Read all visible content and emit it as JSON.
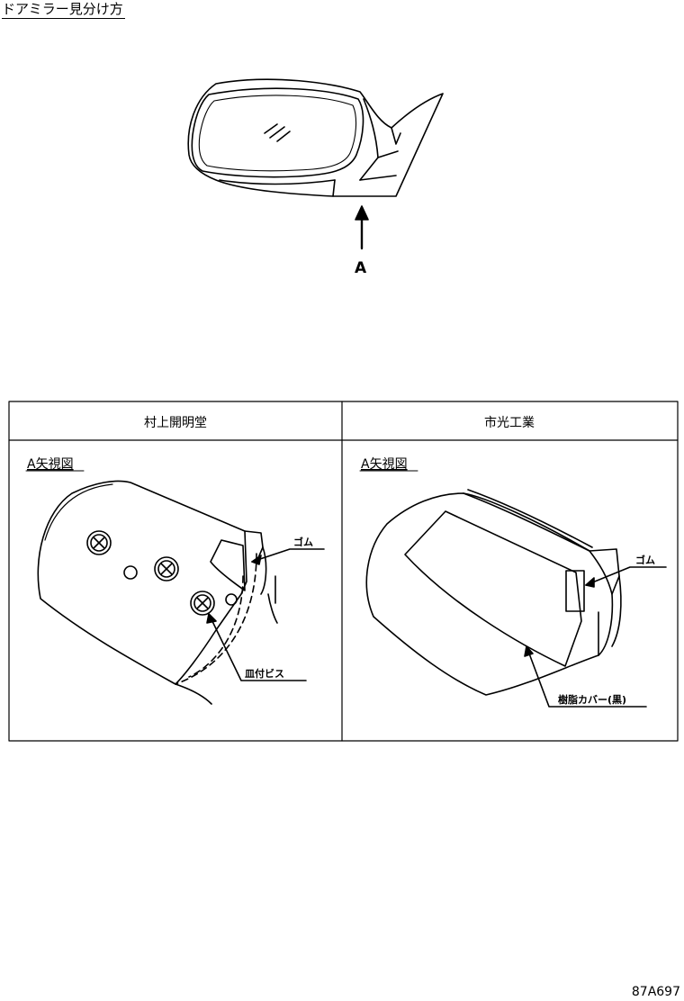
{
  "page_title": "ドアミラー見分け方",
  "main_view": {
    "arrow_label": "A"
  },
  "table": {
    "left": {
      "header": "村上開明堂",
      "view_label": "A矢視図",
      "callouts": {
        "rubber": "ゴム",
        "screw": "皿付ビス"
      }
    },
    "right": {
      "header": "市光工業",
      "view_label": "A矢視図",
      "callouts": {
        "rubber": "ゴム",
        "cover": "樹脂カバー(黒)"
      }
    }
  },
  "drawing_code": "87A697"
}
